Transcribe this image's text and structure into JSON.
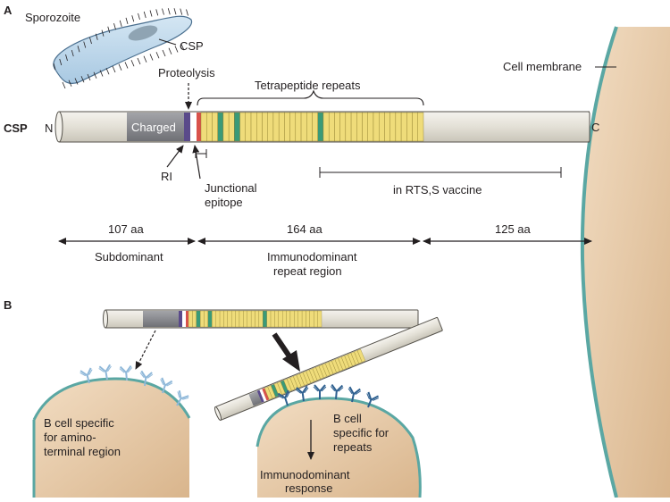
{
  "panel_a": {
    "letter": "A",
    "sporozoite_label": "Sporozoite",
    "csp_small_label": "CSP",
    "proteolysis_label": "Proteolysis",
    "repeats_label": "Tetrapeptide repeats",
    "cell_membrane_label": "Cell membrane",
    "csp_row_label": "CSP",
    "n_label": "N",
    "c_label": "C",
    "charged_label": "Charged",
    "ri_label": "RI",
    "junctional_line1": "Junctional",
    "junctional_line2": "epitope",
    "vaccine_label": "in RTS,S vaccine",
    "segments": [
      {
        "aa": "107 aa",
        "desc_line1": "Subdominant",
        "desc_line2": ""
      },
      {
        "aa": "164 aa",
        "desc_line1": "Immunodominant",
        "desc_line2": "repeat region"
      },
      {
        "aa": "125 aa",
        "desc_line1": "",
        "desc_line2": ""
      }
    ]
  },
  "panel_b": {
    "letter": "B",
    "left_cell_line1": "B cell specific",
    "left_cell_line2": "for amino-",
    "left_cell_line3": "terminal region",
    "right_cell_line1": "B cell",
    "right_cell_line2": "specific for",
    "right_cell_line3": "repeats",
    "response_line1": "Immunodominant",
    "response_line2": "response"
  },
  "colors": {
    "rod": "#e8e5dc",
    "charged": "#8a8b90",
    "repeat": "#efdc7a",
    "green_band": "#3a9a78",
    "red_band": "#d9524b",
    "purple_band": "#5a4a8a",
    "cell_fill": "#e6c8a4",
    "membrane": "#5aa7a3",
    "antibody_light": "#8fb8d9",
    "antibody_dark": "#2d5f8f",
    "sporozoite": "#bcd6ea"
  }
}
